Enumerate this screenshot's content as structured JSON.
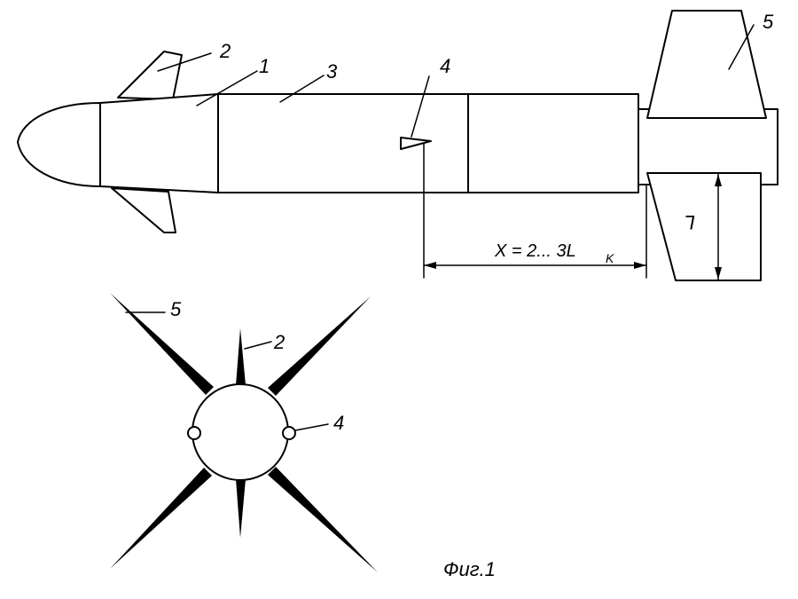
{
  "labels": {
    "body_section": "1",
    "canard": "2",
    "body_middle": "3",
    "side_element": "4",
    "tail_fin": "5",
    "fin_chord": "L"
  },
  "dimension": {
    "main": "X = 2... 3L",
    "subscript": "K"
  },
  "caption": "Фиг.1"
}
